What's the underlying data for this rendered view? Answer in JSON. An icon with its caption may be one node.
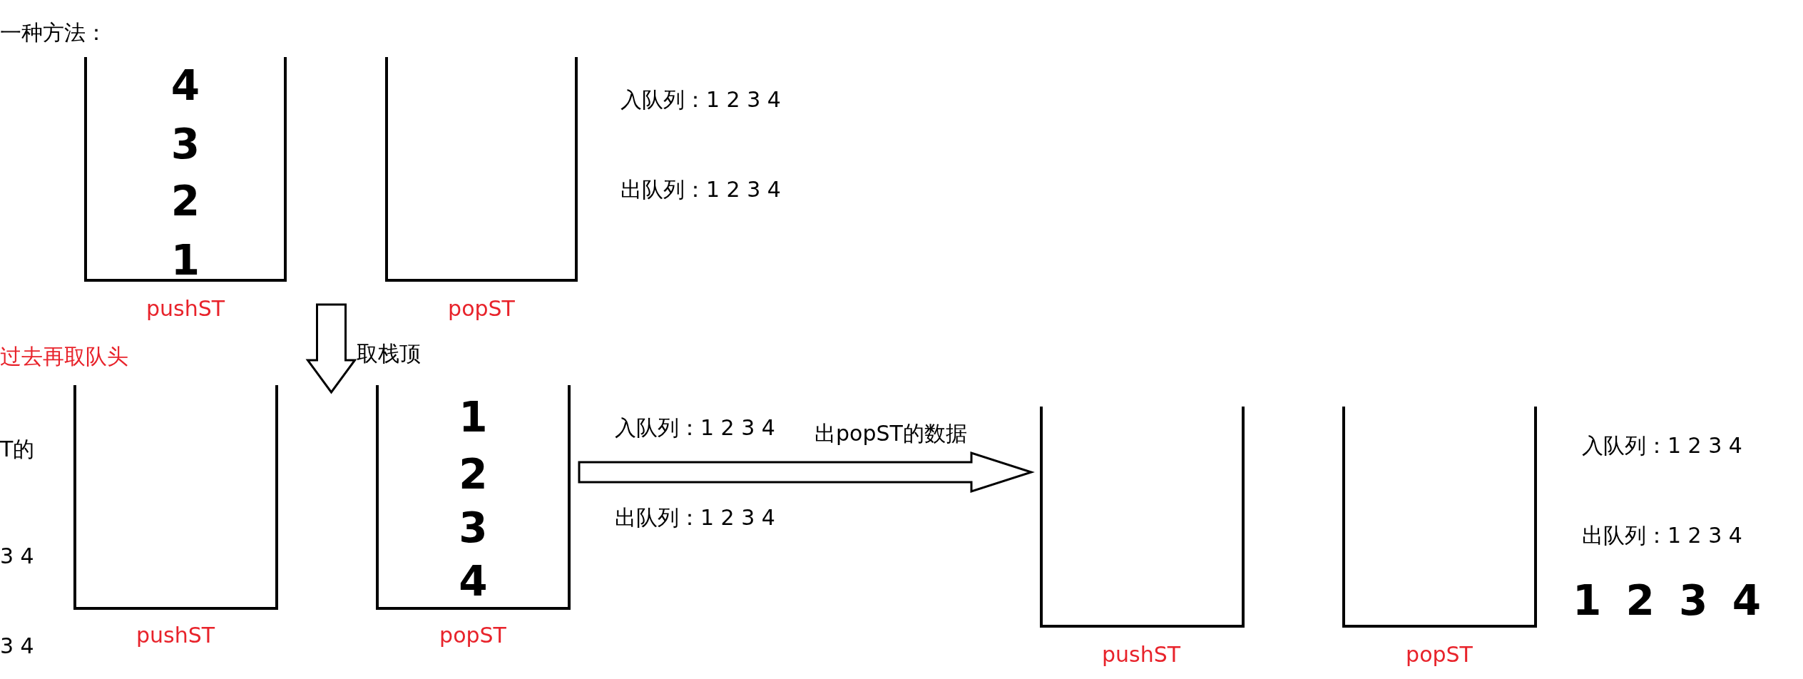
{
  "diagram": {
    "nodes": [
      {
        "text": [
          "4",
          "3",
          "2",
          "1"
        ],
        "beside": [
          "pushST"
        ]
      },
      {
        "text": [],
        "shape": "box",
        "beside": [
          "popST"
        ]
      },
      {
        "text": [],
        "shape": "box",
        "beside": [
          "pushST"
        ]
      },
      {
        "text": [
          "1",
          "2",
          "3",
          "4"
        ],
        "beside": [
          "popST"
        ]
      },
      {
        "text": [],
        "shape": "box",
        "beside": [
          "pushST"
        ]
      },
      {
        "text": [],
        "shape": "box",
        "beside": [
          "popST"
        ]
      }
    ],
    "edges": [
      {
        "from": 0,
        "to": 3,
        "arrow": "to",
        "label": "取栈顶"
      },
      {
        "from": 3,
        "to": 4,
        "arrow": "to",
        "label": "出popST的数据"
      }
    ],
    "labels": [
      "一种方法：",
      "入队列：1 2 3 4",
      "出队列：1 2 3 4",
      "过去再取队头",
      "T的",
      "入队列：1 2 3 4",
      "出队列：1 2 3 4",
      "3 4",
      "3 4",
      "入队列：1 2 3 4",
      "出队列：1 2 3 4",
      "1 2 3 4"
    ]
  }
}
